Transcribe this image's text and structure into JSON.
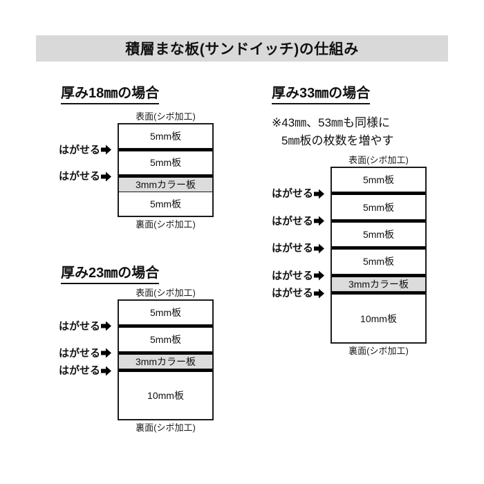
{
  "title": {
    "text": "積層まな板(サンドイッチ)の仕組み"
  },
  "labels": {
    "top_surface": "表面(シボ加工)",
    "bottom_surface": "裏面(シボ加工)",
    "peel": "はがせる",
    "arrow_icon": "arrow-right-icon"
  },
  "colors": {
    "title_bar_bg": "#d9d9d9",
    "color_board_fill": "#dcdcdc",
    "outline": "#1a1a1a",
    "peel_line": "#000000",
    "page_bg": "#ffffff"
  },
  "sections": [
    {
      "id": "18mm",
      "heading": "厚み18㎜の場合",
      "note": null,
      "top_caption": "表面(シボ加工)",
      "bottom_caption": "裏面(シボ加工)",
      "layers": [
        {
          "label": "5mm板",
          "thickness_mm": 5,
          "color_board": false,
          "peelable_above": false
        },
        {
          "label": "5mm板",
          "thickness_mm": 5,
          "color_board": false,
          "peelable_above": true
        },
        {
          "label": "3mmカラー板",
          "thickness_mm": 3,
          "color_board": true,
          "peelable_above": true
        },
        {
          "label": "5mm板",
          "thickness_mm": 5,
          "color_board": false,
          "peelable_above": false
        }
      ],
      "peel_count": 2
    },
    {
      "id": "23mm",
      "heading": "厚み23㎜の場合",
      "note": null,
      "top_caption": "表面(シボ加工)",
      "bottom_caption": "裏面(シボ加工)",
      "layers": [
        {
          "label": "5mm板",
          "thickness_mm": 5,
          "color_board": false,
          "peelable_above": false
        },
        {
          "label": "5mm板",
          "thickness_mm": 5,
          "color_board": false,
          "peelable_above": true
        },
        {
          "label": "3mmカラー板",
          "thickness_mm": 3,
          "color_board": true,
          "peelable_above": true
        },
        {
          "label": "10mm板",
          "thickness_mm": 10,
          "color_board": false,
          "peelable_above": true
        }
      ],
      "peel_count": 3
    },
    {
      "id": "33mm",
      "heading": "厚み33㎜の場合",
      "note": {
        "line1": "※43㎜、53㎜も同様に",
        "line2": "5㎜板の枚数を増やす"
      },
      "top_caption": "表面(シボ加工)",
      "bottom_caption": "裏面(シボ加工)",
      "layers": [
        {
          "label": "5mm板",
          "thickness_mm": 5,
          "color_board": false,
          "peelable_above": false
        },
        {
          "label": "5mm板",
          "thickness_mm": 5,
          "color_board": false,
          "peelable_above": true
        },
        {
          "label": "5mm板",
          "thickness_mm": 5,
          "color_board": false,
          "peelable_above": true
        },
        {
          "label": "5mm板",
          "thickness_mm": 5,
          "color_board": false,
          "peelable_above": true
        },
        {
          "label": "3mmカラー板",
          "thickness_mm": 3,
          "color_board": true,
          "peelable_above": true
        },
        {
          "label": "10mm板",
          "thickness_mm": 10,
          "color_board": false,
          "peelable_above": true
        }
      ],
      "peel_count": 5
    }
  ]
}
